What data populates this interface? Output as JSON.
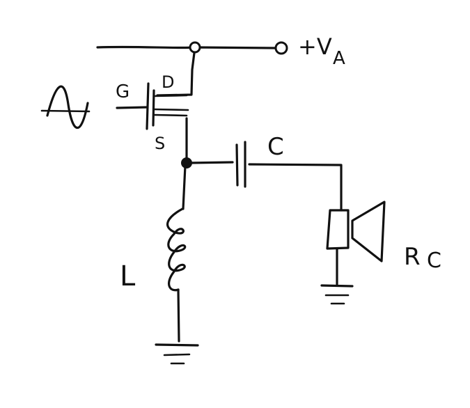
{
  "labels": {
    "supply": "+V",
    "supply_sub": "A",
    "gate": "G",
    "drain": "D",
    "source": "S",
    "capacitor": "C",
    "inductor": "L",
    "load": "R",
    "load_sub": "C"
  },
  "icons": {
    "input_signal": "sine-wave-icon",
    "transistor": "fet-icon",
    "capacitor": "capacitor-icon",
    "inductor": "inductor-coil-icon",
    "speaker": "speaker-icon",
    "ground": "ground-icon"
  },
  "colors": {
    "ink": "#111111",
    "background": "#ffffff"
  }
}
